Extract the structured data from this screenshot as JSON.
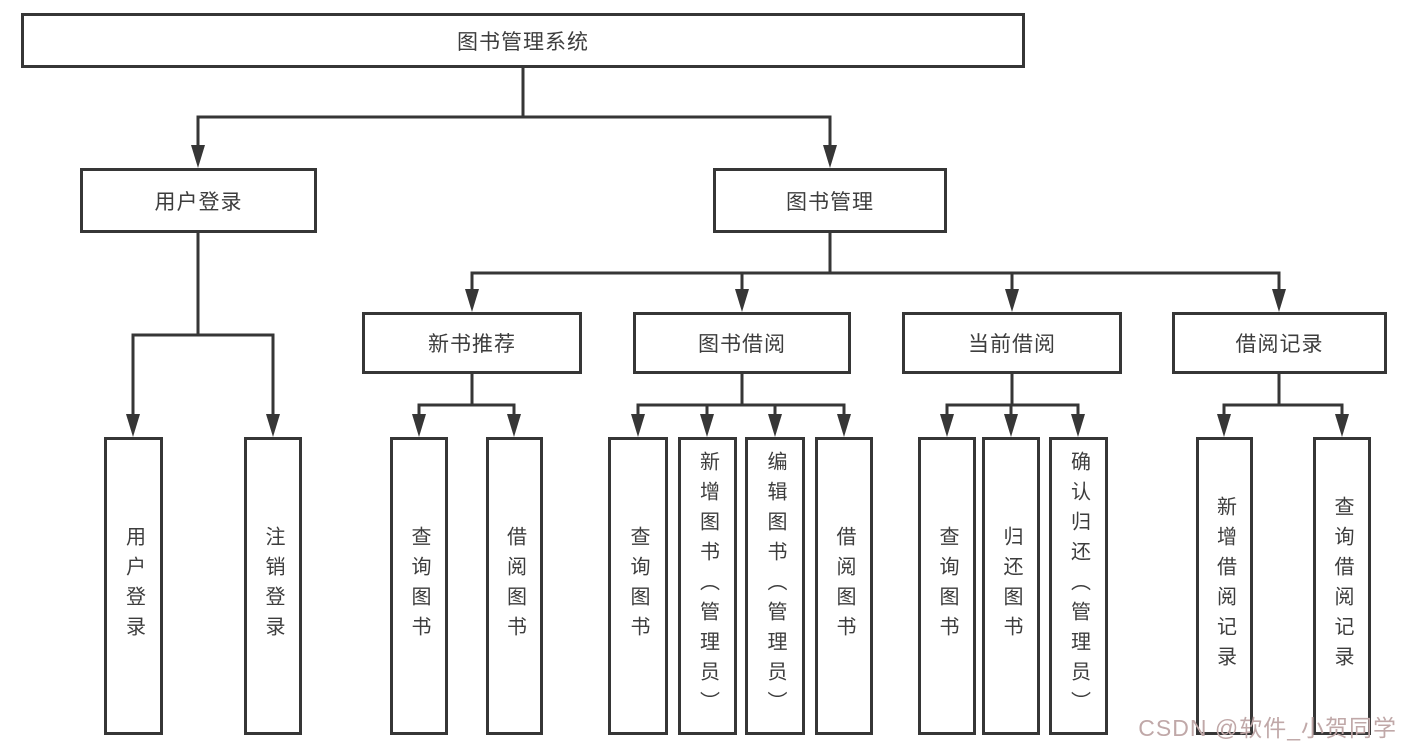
{
  "tree": {
    "root": {
      "label": "图书管理系统",
      "children": [
        {
          "label": "用户登录",
          "children": [
            {
              "label": "用户登录"
            },
            {
              "label": "注销登录"
            }
          ]
        },
        {
          "label": "图书管理",
          "children": [
            {
              "label": "新书推荐",
              "children": [
                {
                  "label": "查询图书"
                },
                {
                  "label": "借阅图书"
                }
              ]
            },
            {
              "label": "图书借阅",
              "children": [
                {
                  "label": "查询图书"
                },
                {
                  "label": "新增图书（管理员）"
                },
                {
                  "label": "编辑图书（管理员）"
                },
                {
                  "label": "借阅图书"
                }
              ]
            },
            {
              "label": "当前借阅",
              "children": [
                {
                  "label": "查询图书"
                },
                {
                  "label": "归还图书"
                },
                {
                  "label": "确认归还（管理员）"
                }
              ]
            },
            {
              "label": "借阅记录",
              "children": [
                {
                  "label": "新增借阅记录"
                },
                {
                  "label": "查询借阅记录"
                }
              ]
            }
          ]
        }
      ]
    }
  },
  "watermark": {
    "text": "CSDN @软件_小贺同学"
  },
  "colors": {
    "line": "#363636",
    "border": "#363636",
    "text": "#3d3d3d",
    "watermark": "#c0a8a8",
    "background": "#ffffff"
  }
}
